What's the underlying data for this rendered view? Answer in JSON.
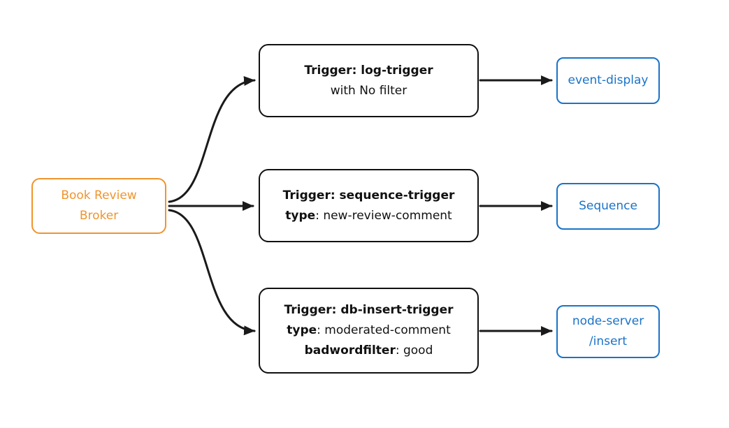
{
  "colors": {
    "broker_accent": "#f0942d",
    "sink_accent": "#1a73c8",
    "trigger_border": "#111111",
    "arrow_color": "#1a1a1a"
  },
  "diagram": {
    "broker": {
      "label_line1": "Book Review",
      "label_line2": "Broker"
    },
    "triggers": [
      {
        "title": "Trigger: log-trigger",
        "line2_bold": "",
        "line2_rest": "with No filter"
      },
      {
        "title": "Trigger: sequence-trigger",
        "line2_bold": "type",
        "line2_rest": ": new-review-comment"
      },
      {
        "title": "Trigger: db-insert-trigger",
        "line2_bold": "type",
        "line2_rest": ": moderated-comment",
        "line3_bold": "badwordfilter",
        "line3_rest": ": good"
      }
    ],
    "sinks": [
      {
        "label": "event-display"
      },
      {
        "label": "Sequence"
      },
      {
        "label_line1": "node-server",
        "label_line2": "/insert"
      }
    ]
  }
}
